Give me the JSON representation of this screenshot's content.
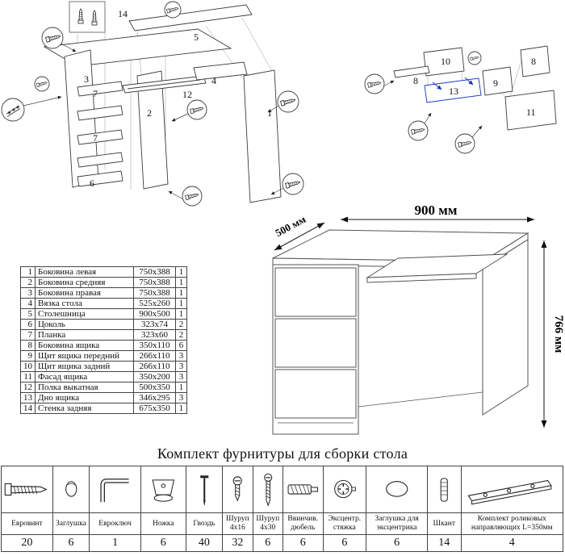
{
  "desk_dimensions": {
    "width": "900 мм",
    "depth": "500 мм",
    "height": "766 мм"
  },
  "exploded_left": {
    "labels": {
      "n1": "1",
      "n2": "2",
      "n3": "3",
      "n4": "4",
      "n5": "5",
      "n6": "6",
      "n7": "7",
      "n12": "12",
      "n14": "14"
    }
  },
  "exploded_right": {
    "labels": {
      "n8": "8",
      "n9": "9",
      "n10": "10",
      "n11": "11",
      "n13": "13"
    }
  },
  "parts": {
    "rows": [
      {
        "num": "1",
        "name": "Боковина левая",
        "size": "750x388",
        "qty": "1"
      },
      {
        "num": "2",
        "name": "Боковина средняя",
        "size": "750x388",
        "qty": "1"
      },
      {
        "num": "3",
        "name": "Боковина правая",
        "size": "750x388",
        "qty": "1"
      },
      {
        "num": "4",
        "name": "Вязка стола",
        "size": "525x260",
        "qty": "1"
      },
      {
        "num": "5",
        "name": "Столешница",
        "size": "900x500",
        "qty": "1"
      },
      {
        "num": "6",
        "name": "Цоколь",
        "size": "323x74",
        "qty": "2"
      },
      {
        "num": "7",
        "name": "Планка",
        "size": "323x60",
        "qty": "2"
      },
      {
        "num": "8",
        "name": "Боковина ящика",
        "size": "350x110",
        "qty": "6"
      },
      {
        "num": "9",
        "name": "Щит ящика передний",
        "size": "266x110",
        "qty": "3"
      },
      {
        "num": "10",
        "name": "Щит ящика задний",
        "size": "266x110",
        "qty": "3"
      },
      {
        "num": "11",
        "name": "Фасад ящика",
        "size": "350x200",
        "qty": "3"
      },
      {
        "num": "12",
        "name": "Полка выкатная",
        "size": "500x350",
        "qty": "1"
      },
      {
        "num": "13",
        "name": "Дно ящика",
        "size": "346x295",
        "qty": "3"
      },
      {
        "num": "14",
        "name": "Стенка задняя",
        "size": "675x350",
        "qty": "1"
      }
    ]
  },
  "hardware": {
    "title": "Комплект фурнитуры для сборки стола",
    "items": [
      {
        "icon": "evrovint",
        "name": "Евровинт",
        "qty": "20"
      },
      {
        "icon": "zaglushka",
        "name": "Заглушка",
        "qty": "6"
      },
      {
        "icon": "evroklyuch",
        "name": "Евроключ",
        "qty": "1"
      },
      {
        "icon": "nozhka",
        "name": "Ножка",
        "qty": "6"
      },
      {
        "icon": "gvozd",
        "name": "Гвоздь",
        "qty": "40"
      },
      {
        "icon": "shurup16",
        "name": "Шуруп 4x16",
        "qty": "32"
      },
      {
        "icon": "shurup30",
        "name": "Шуруп 4x30",
        "qty": "6"
      },
      {
        "icon": "dyubel",
        "name": "Ввинчив. дюбель",
        "qty": "6"
      },
      {
        "icon": "excentrik",
        "name": "Эксцентр. стяжка",
        "qty": "6"
      },
      {
        "icon": "zaglexc",
        "name": "Заглушка для эксцентрика",
        "qty": "6"
      },
      {
        "icon": "shkant",
        "name": "Шкант",
        "qty": "14"
      },
      {
        "icon": "napravl",
        "name": "Комплект роликовых направляющих L=350мм",
        "qty": "4"
      }
    ]
  },
  "accent_colors": {
    "highlight_blue": "#1a35c0",
    "line": "#3c3c3c"
  }
}
